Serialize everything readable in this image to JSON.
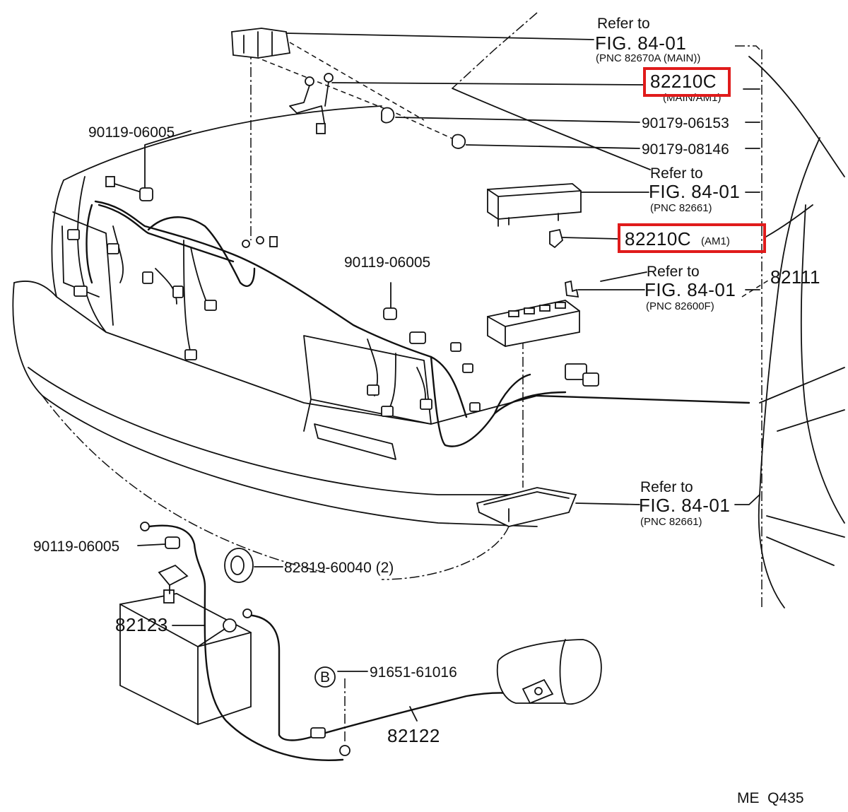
{
  "diagram": {
    "highlight_color": "#e01b1b",
    "labels": {
      "refer_to": "Refer to",
      "fig_8401": "FIG. 84-01",
      "pnc_82670a_main": "(PNC 82670A (MAIN))",
      "pnc_82661": "(PNC 82661)",
      "pnc_82600f": "(PNC 82600F)",
      "part_82210c": "82210C",
      "sub_main_am1": "(MAIN/AM1)",
      "sub_am1": "(AM1)",
      "part_90179_06153": "90179-06153",
      "part_90179_08146": "90179-08146",
      "part_90119_06005": "90119-06005",
      "part_82111": "82111",
      "part_82819_60040": "82819-60040 (2)",
      "part_82123": "82123",
      "part_91651_61016": "91651-61016",
      "marker_b": "B",
      "part_82122": "82122",
      "figure_code": "ME  Q435"
    }
  }
}
